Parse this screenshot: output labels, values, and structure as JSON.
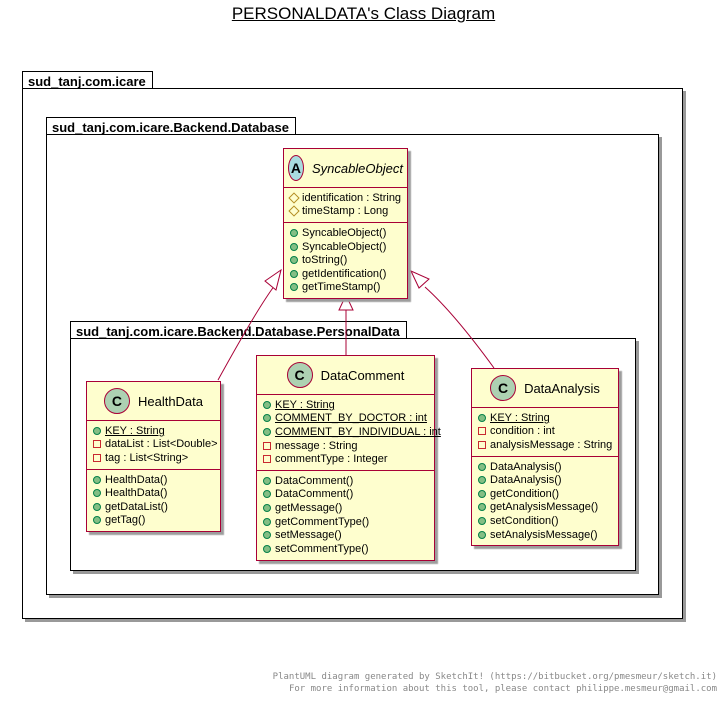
{
  "title": "PERSONALDATA's Class Diagram",
  "packages": {
    "outer": "sud_tanj.com.icare",
    "database": "sud_tanj.com.icare.Backend.Database",
    "personal": "sud_tanj.com.icare.Backend.Database.PersonalData"
  },
  "classes": {
    "syncable": {
      "stereotype": "A",
      "name": "SyncableObject",
      "abstract": true,
      "fields": [
        {
          "vis": "protected",
          "text": "identification : String",
          "static": false
        },
        {
          "vis": "protected",
          "text": "timeStamp : Long",
          "static": false
        }
      ],
      "methods": [
        {
          "vis": "public",
          "text": "SyncableObject()"
        },
        {
          "vis": "public",
          "text": "SyncableObject()"
        },
        {
          "vis": "public",
          "text": "toString()"
        },
        {
          "vis": "public",
          "text": "getIdentification()"
        },
        {
          "vis": "public",
          "text": "getTimeStamp()"
        }
      ]
    },
    "health": {
      "stereotype": "C",
      "name": "HealthData",
      "fields": [
        {
          "vis": "public",
          "text": "KEY : String",
          "static": true
        },
        {
          "vis": "private",
          "text": "dataList : List<Double>",
          "static": false
        },
        {
          "vis": "private",
          "text": "tag : List<String>",
          "static": false
        }
      ],
      "methods": [
        {
          "vis": "public",
          "text": "HealthData()"
        },
        {
          "vis": "public",
          "text": "HealthData()"
        },
        {
          "vis": "public",
          "text": "getDataList()"
        },
        {
          "vis": "public",
          "text": "getTag()"
        }
      ]
    },
    "comment": {
      "stereotype": "C",
      "name": "DataComment",
      "fields": [
        {
          "vis": "public",
          "text": "KEY : String",
          "static": true
        },
        {
          "vis": "public",
          "text": "COMMENT_BY_DOCTOR : int",
          "static": true
        },
        {
          "vis": "public",
          "text": "COMMENT_BY_INDIVIDUAL : int",
          "static": true
        },
        {
          "vis": "private",
          "text": "message : String",
          "static": false
        },
        {
          "vis": "private",
          "text": "commentType : Integer",
          "static": false
        }
      ],
      "methods": [
        {
          "vis": "public",
          "text": "DataComment()"
        },
        {
          "vis": "public",
          "text": "DataComment()"
        },
        {
          "vis": "public",
          "text": "getMessage()"
        },
        {
          "vis": "public",
          "text": "getCommentType()"
        },
        {
          "vis": "public",
          "text": "setMessage()"
        },
        {
          "vis": "public",
          "text": "setCommentType()"
        }
      ]
    },
    "analysis": {
      "stereotype": "C",
      "name": "DataAnalysis",
      "fields": [
        {
          "vis": "public",
          "text": "KEY : String",
          "static": true
        },
        {
          "vis": "private",
          "text": "condition : int",
          "static": false
        },
        {
          "vis": "private",
          "text": "analysisMessage : String",
          "static": false
        }
      ],
      "methods": [
        {
          "vis": "public",
          "text": "DataAnalysis()"
        },
        {
          "vis": "public",
          "text": "DataAnalysis()"
        },
        {
          "vis": "public",
          "text": "getCondition()"
        },
        {
          "vis": "public",
          "text": "getAnalysisMessage()"
        },
        {
          "vis": "public",
          "text": "setCondition()"
        },
        {
          "vis": "public",
          "text": "setAnalysisMessage()"
        }
      ]
    }
  },
  "footer": {
    "line1": "PlantUML diagram generated by SketchIt! (https://bitbucket.org/pmesmeur/sketch.it)",
    "line2": "For more information about this tool, please contact philippe.mesmeur@gmail.com"
  },
  "colors": {
    "class_fill": "#FEFECE",
    "class_border": "#A80036",
    "badge_class": "#ADD1B2",
    "badge_abstract": "#A9DCDF"
  }
}
